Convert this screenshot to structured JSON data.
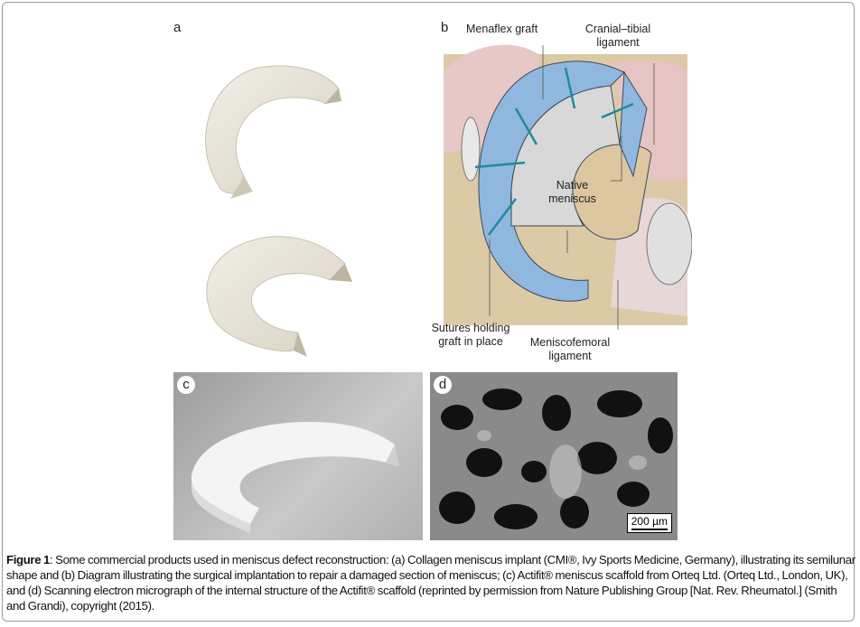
{
  "panels": {
    "a": {
      "label": "a"
    },
    "b": {
      "label": "b",
      "callouts": {
        "menaflex": "Menaflex graft",
        "cranial": "Cranial–tibial ligament",
        "native": "Native meniscus",
        "sutures": "Sutures holding graft in place",
        "meniscofemoral": "Meniscofemoral ligament"
      }
    },
    "c": {
      "label": "c"
    },
    "d": {
      "label": "d",
      "scale_bar": "200 µm"
    }
  },
  "caption": {
    "label": "Figure 1",
    "text": ": Some commercial products used in meniscus defect reconstruction: (a) Collagen meniscus implant (CMI®, Ivy Sports Medicine, Germany), illustrating its semilunar shape and (b) Diagram illustrating the surgical implantation to repair a damaged section of meniscus; (c) Actifit® meniscus scaffold from Orteq Ltd. (Orteq Ltd., London, UK), and (d) Scanning electron micrograph of the internal structure of the Actifit® scaffold (reprinted by permission from Nature Publishing Group [Nat. Rev. Rheumatol.] (Smith and Grandi), copyright (2015)."
  }
}
